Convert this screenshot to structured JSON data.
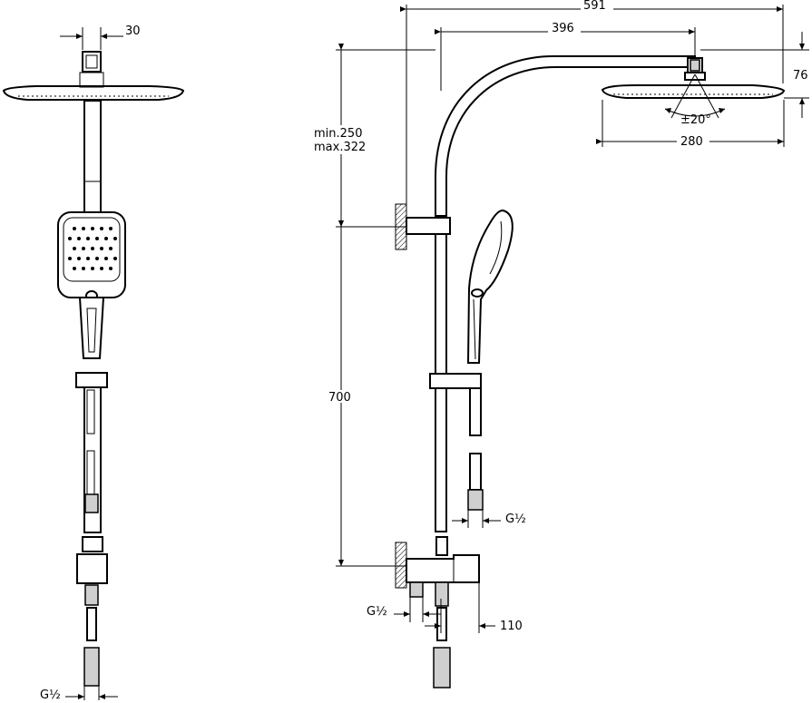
{
  "dimensions": {
    "top_width": "30",
    "overall_projection": "591",
    "arm_reach": "396",
    "head_height": "76",
    "head_angle": "±20°",
    "head_width": "280",
    "height_range_min": "min.250",
    "height_range_max": "max.322",
    "rail_length": "700",
    "outlet_depth": "110",
    "thread_inlet": "G½",
    "thread_outlet": "G½",
    "thread_front": "G½"
  }
}
